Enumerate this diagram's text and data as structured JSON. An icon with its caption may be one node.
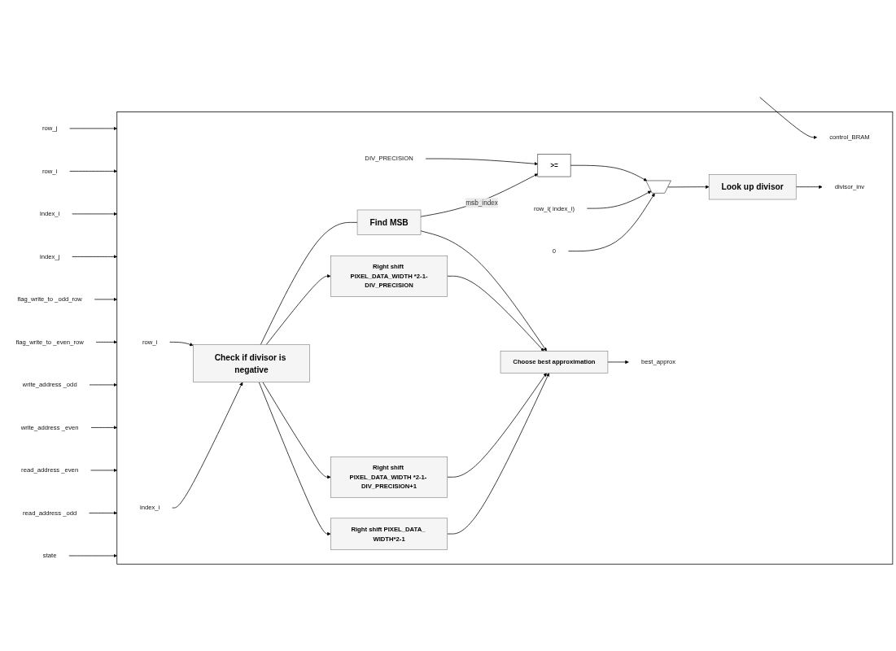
{
  "diagram": {
    "nodes": [
      {
        "text": [],
        "shape": "box"
      },
      {
        "text": [
          "row_j"
        ]
      },
      {
        "text": [
          "row_i"
        ]
      },
      {
        "text": [
          "index_i"
        ]
      },
      {
        "text": [
          "index_j"
        ]
      },
      {
        "text": [
          "flag_write_to _odd_row"
        ]
      },
      {
        "text": [
          "flag_write_to _even_row"
        ]
      },
      {
        "text": [
          "write_address _odd"
        ]
      },
      {
        "text": [
          "write_address _even"
        ]
      },
      {
        "text": [
          "read_address _even"
        ]
      },
      {
        "text": [
          "read_address _odd"
        ]
      },
      {
        "text": [
          "state"
        ]
      },
      {
        "text": [
          "row_i"
        ],
        "in": 0
      },
      {
        "text": [
          "index_i"
        ],
        "in": 0
      },
      {
        "text": [
          "Check if divisor is negative"
        ],
        "in": 0
      },
      {
        "text": [
          "control_BRAM"
        ],
        "in": 0
      },
      {
        "text": [
          "DIV_PRECISION"
        ],
        "in": 0
      },
      {
        "text": [
          ">="
        ],
        "in": 0
      },
      {
        "text": [
          "row_i( index_i)"
        ],
        "in": 0
      },
      {
        "text": [
          "0"
        ],
        "in": 0
      },
      {
        "text": [],
        "shape": "trapezoid",
        "in": 0
      },
      {
        "text": [
          "Find MSB"
        ],
        "in": 0
      },
      {
        "text": [
          "Look up divisor"
        ],
        "in": 0
      },
      {
        "text": [
          "divisor_inv"
        ],
        "in": 0
      },
      {
        "text": [
          "Choose best approximation"
        ],
        "in": 0
      },
      {
        "text": [
          "best_approx"
        ],
        "in": 0
      },
      {
        "text": [
          "Right shift PIXEL_DATA_WIDTH *2-1-DIV_PRECISION"
        ],
        "in": 0
      },
      {
        "text": [
          "Right shift PIXEL_DATA_WIDTH *2-1- DIV_PRECISION+1"
        ],
        "in": 0
      },
      {
        "text": [
          "Right shift PIXEL_DATA_ WIDTH*2-1"
        ],
        "in": 0
      }
    ],
    "edges": [
      {
        "from": 1,
        "to": 0,
        "arrow": "to"
      },
      {
        "from": 2,
        "to": 0,
        "arrow": "to"
      },
      {
        "from": 3,
        "to": 0,
        "arrow": "to"
      },
      {
        "from": 4,
        "to": 0,
        "arrow": "to"
      },
      {
        "from": 5,
        "to": 0,
        "arrow": "to"
      },
      {
        "from": 6,
        "to": 0,
        "arrow": "to"
      },
      {
        "from": 7,
        "to": 0,
        "arrow": "to"
      },
      {
        "from": 8,
        "to": 0,
        "arrow": "to"
      },
      {
        "from": 9,
        "to": 0,
        "arrow": "to"
      },
      {
        "from": 10,
        "to": 0,
        "arrow": "to"
      },
      {
        "from": 11,
        "to": 0,
        "arrow": "to"
      },
      {
        "from": null,
        "to": 15,
        "arrow": "to"
      },
      {
        "from": 12,
        "to": 14,
        "arrow": "to"
      },
      {
        "from": 13,
        "to": 14,
        "arrow": "to"
      },
      {
        "from": 14,
        "to": 21,
        "arrow": "none"
      },
      {
        "from": 14,
        "to": 26,
        "arrow": "to"
      },
      {
        "from": 14,
        "to": 27,
        "arrow": "to"
      },
      {
        "from": 14,
        "to": 28,
        "arrow": "to"
      },
      {
        "from": 16,
        "to": 17,
        "arrow": "to"
      },
      {
        "from": 21,
        "to": 17,
        "arrow": "to",
        "label": "msb_index"
      },
      {
        "from": 17,
        "to": 20,
        "arrow": "to"
      },
      {
        "from": 18,
        "to": 20,
        "arrow": "to"
      },
      {
        "from": 19,
        "to": 20,
        "arrow": "to"
      },
      {
        "from": 20,
        "to": 22,
        "arrow": "to"
      },
      {
        "from": 22,
        "to": 23,
        "arrow": "to"
      },
      {
        "from": 21,
        "to": 24,
        "arrow": "to"
      },
      {
        "from": 26,
        "to": 24,
        "arrow": "to"
      },
      {
        "from": 27,
        "to": 24,
        "arrow": "to"
      },
      {
        "from": 28,
        "to": 24,
        "arrow": "to"
      },
      {
        "from": 24,
        "to": 25,
        "arrow": "to"
      }
    ]
  }
}
